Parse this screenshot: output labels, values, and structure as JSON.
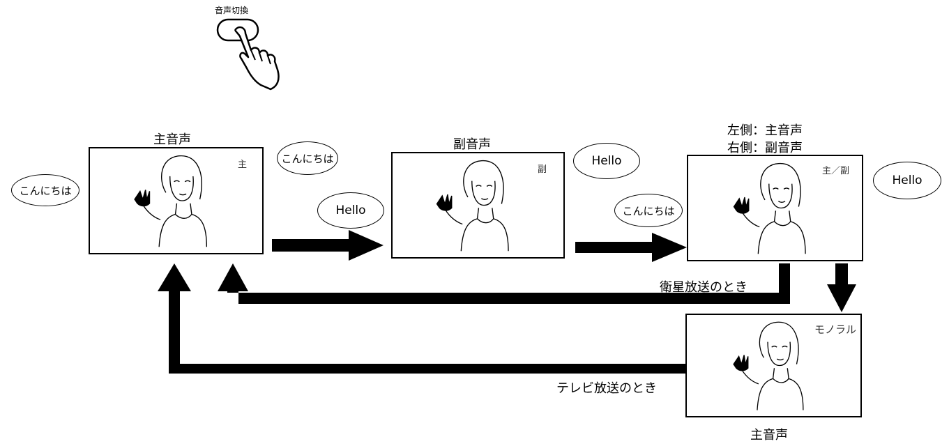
{
  "button": {
    "label": "音声切換"
  },
  "screens": {
    "main": {
      "title": "主音声",
      "indicator": "主",
      "bubble_left": "こんにちは",
      "bubble_right": "こんにちは"
    },
    "sub": {
      "title": "副音声",
      "indicator": "副",
      "bubble_left": "Hello",
      "bubble_right": "Hello"
    },
    "dual": {
      "title_line1": "左側：主音声",
      "title_line2": "右側：副音声",
      "indicator": "主／副",
      "bubble_left": "こんにちは",
      "bubble_right": "Hello"
    },
    "mono": {
      "indicator": "モノラル",
      "caption": "主音声"
    }
  },
  "paths": {
    "satellite": "衛星放送のとき",
    "tv": "テレビ放送のとき"
  }
}
